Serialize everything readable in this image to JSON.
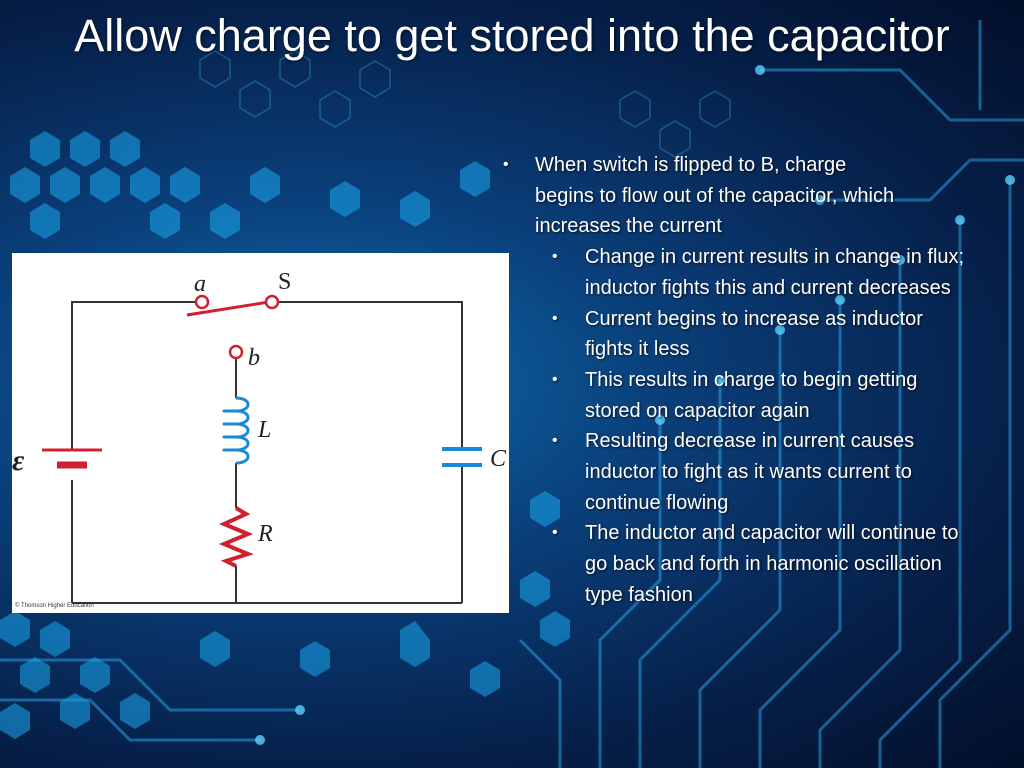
{
  "slide": {
    "title": "Allow charge to get stored into the capacitor",
    "bullets": [
      {
        "level": 1,
        "text": "When switch is flipped to B, charge begins to flow out of the capacitor, which increases the current"
      },
      {
        "level": 2,
        "text": "Change in current results in change in flux; inductor fights this and current decreases"
      },
      {
        "level": 2,
        "text": "Current begins to increase as inductor fights it less"
      },
      {
        "level": 2,
        "text": "This results in charge to begin getting stored on capacitor again"
      },
      {
        "level": 2,
        "text": "Resulting decrease in current causes inductor to fight as it wants current to continue flowing"
      },
      {
        "level": 2,
        "text": "The inductor and capacitor will continue to go back and forth in harmonic oscillation type fashion"
      }
    ]
  },
  "circuit": {
    "label_a": "a",
    "label_s": "S",
    "label_b": "b",
    "label_l": "L",
    "label_r": "R",
    "label_c": "C",
    "label_emf": "ε",
    "credit": "© Thomson Higher Education",
    "colors": {
      "switch": "#d0202e",
      "inductor": "#1a8ad8",
      "wire": "#333333"
    }
  },
  "bullet_glyph": "•"
}
